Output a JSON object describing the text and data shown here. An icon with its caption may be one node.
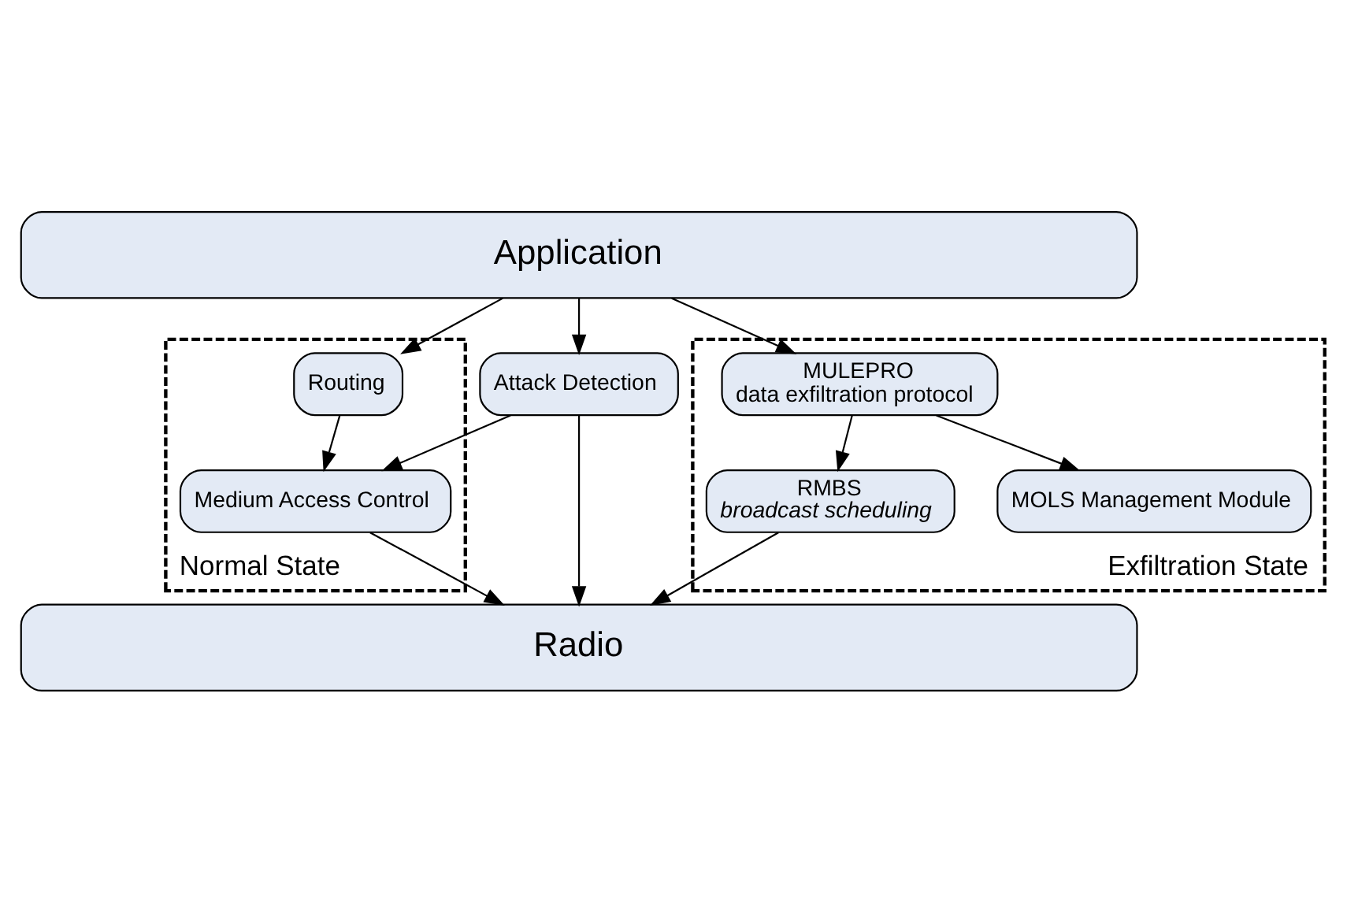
{
  "diagram": {
    "nodes": [
      {
        "text": [
          "Application"
        ]
      },
      {
        "text": [
          "Normal State"
        ]
      },
      {
        "text": [
          "Routing"
        ],
        "in": 1
      },
      {
        "text": [
          "Medium Access Control"
        ],
        "in": 1
      },
      {
        "text": [
          "Attack Detection"
        ]
      },
      {
        "text": [
          "Exfiltration State"
        ]
      },
      {
        "text": [
          "MULEPRO",
          "data exfiltration protocol"
        ],
        "in": 5
      },
      {
        "text": [
          "RMBS",
          "broadcast scheduling"
        ],
        "in": 5
      },
      {
        "text": [
          "MOLS Management Module"
        ],
        "in": 5
      },
      {
        "text": [
          "Radio"
        ]
      }
    ],
    "edges": [
      {
        "from": 0,
        "to": 2,
        "arrow": "to"
      },
      {
        "from": 0,
        "to": 4,
        "arrow": "to"
      },
      {
        "from": 0,
        "to": 6,
        "arrow": "to"
      },
      {
        "from": 2,
        "to": 3,
        "arrow": "to"
      },
      {
        "from": 4,
        "to": 3,
        "arrow": "to"
      },
      {
        "from": 6,
        "to": 7,
        "arrow": "to"
      },
      {
        "from": 6,
        "to": 8,
        "arrow": "to"
      },
      {
        "from": 3,
        "to": 9,
        "arrow": "to"
      },
      {
        "from": 4,
        "to": 9,
        "arrow": "to"
      },
      {
        "from": 7,
        "to": 9,
        "arrow": "to"
      }
    ]
  }
}
